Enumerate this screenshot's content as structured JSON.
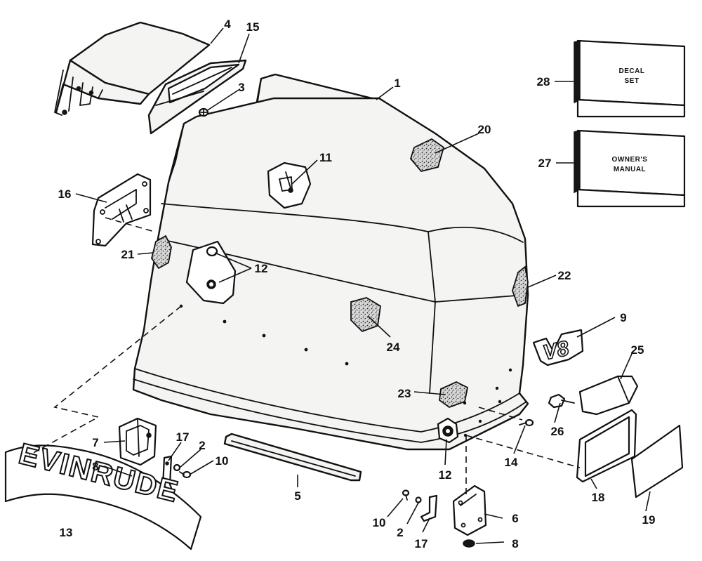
{
  "callouts": [
    {
      "id": "c1",
      "text": "1"
    },
    {
      "id": "c2a",
      "text": "2"
    },
    {
      "id": "c2b",
      "text": "2"
    },
    {
      "id": "c3",
      "text": "3"
    },
    {
      "id": "c4",
      "text": "4"
    },
    {
      "id": "c5",
      "text": "5"
    },
    {
      "id": "c6",
      "text": "6"
    },
    {
      "id": "c7",
      "text": "7"
    },
    {
      "id": "c8a",
      "text": "8"
    },
    {
      "id": "c8b",
      "text": "8"
    },
    {
      "id": "c9",
      "text": "9"
    },
    {
      "id": "c10a",
      "text": "10"
    },
    {
      "id": "c10b",
      "text": "10"
    },
    {
      "id": "c11",
      "text": "11"
    },
    {
      "id": "c12a",
      "text": "12"
    },
    {
      "id": "c12b",
      "text": "12"
    },
    {
      "id": "c13",
      "text": "13"
    },
    {
      "id": "c14",
      "text": "14"
    },
    {
      "id": "c15",
      "text": "15"
    },
    {
      "id": "c16",
      "text": "16"
    },
    {
      "id": "c17a",
      "text": "17"
    },
    {
      "id": "c17b",
      "text": "17"
    },
    {
      "id": "c18",
      "text": "18"
    },
    {
      "id": "c19",
      "text": "19"
    },
    {
      "id": "c20",
      "text": "20"
    },
    {
      "id": "c21",
      "text": "21"
    },
    {
      "id": "c22",
      "text": "22"
    },
    {
      "id": "c23",
      "text": "23"
    },
    {
      "id": "c24",
      "text": "24"
    },
    {
      "id": "c25",
      "text": "25"
    },
    {
      "id": "c26",
      "text": "26"
    },
    {
      "id": "c27",
      "text": "27"
    },
    {
      "id": "c28",
      "text": "28"
    }
  ],
  "decal_set": {
    "line1": "DECAL",
    "line2": "SET"
  },
  "owners_manual": {
    "line1": "OWNER'S",
    "line2": "MANUAL"
  },
  "brand_decal": "EVINRUDE",
  "v8_emblem": "V8"
}
